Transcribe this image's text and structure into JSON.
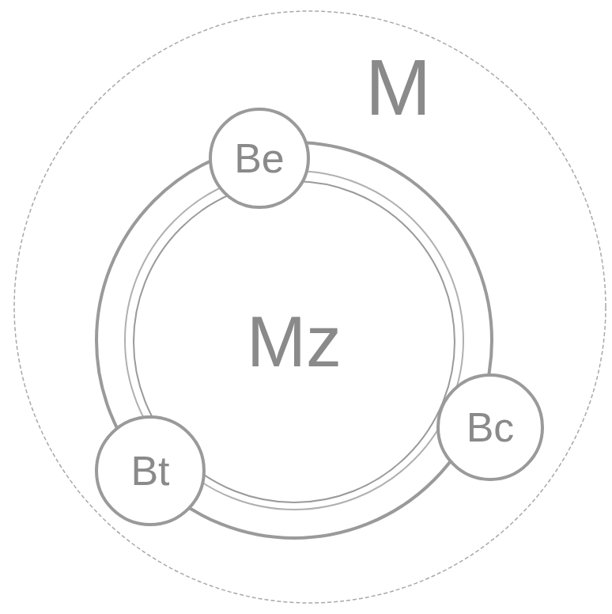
{
  "diagram": {
    "nodes": [
      {
        "text": [
          "M"
        ]
      },
      {
        "text": [
          "Mz"
        ],
        "in": 0
      },
      {
        "text": [
          "Be"
        ],
        "in": 0
      },
      {
        "text": [
          "Bc"
        ],
        "in": 0
      },
      {
        "text": [
          "Bt"
        ],
        "in": 0
      }
    ]
  }
}
